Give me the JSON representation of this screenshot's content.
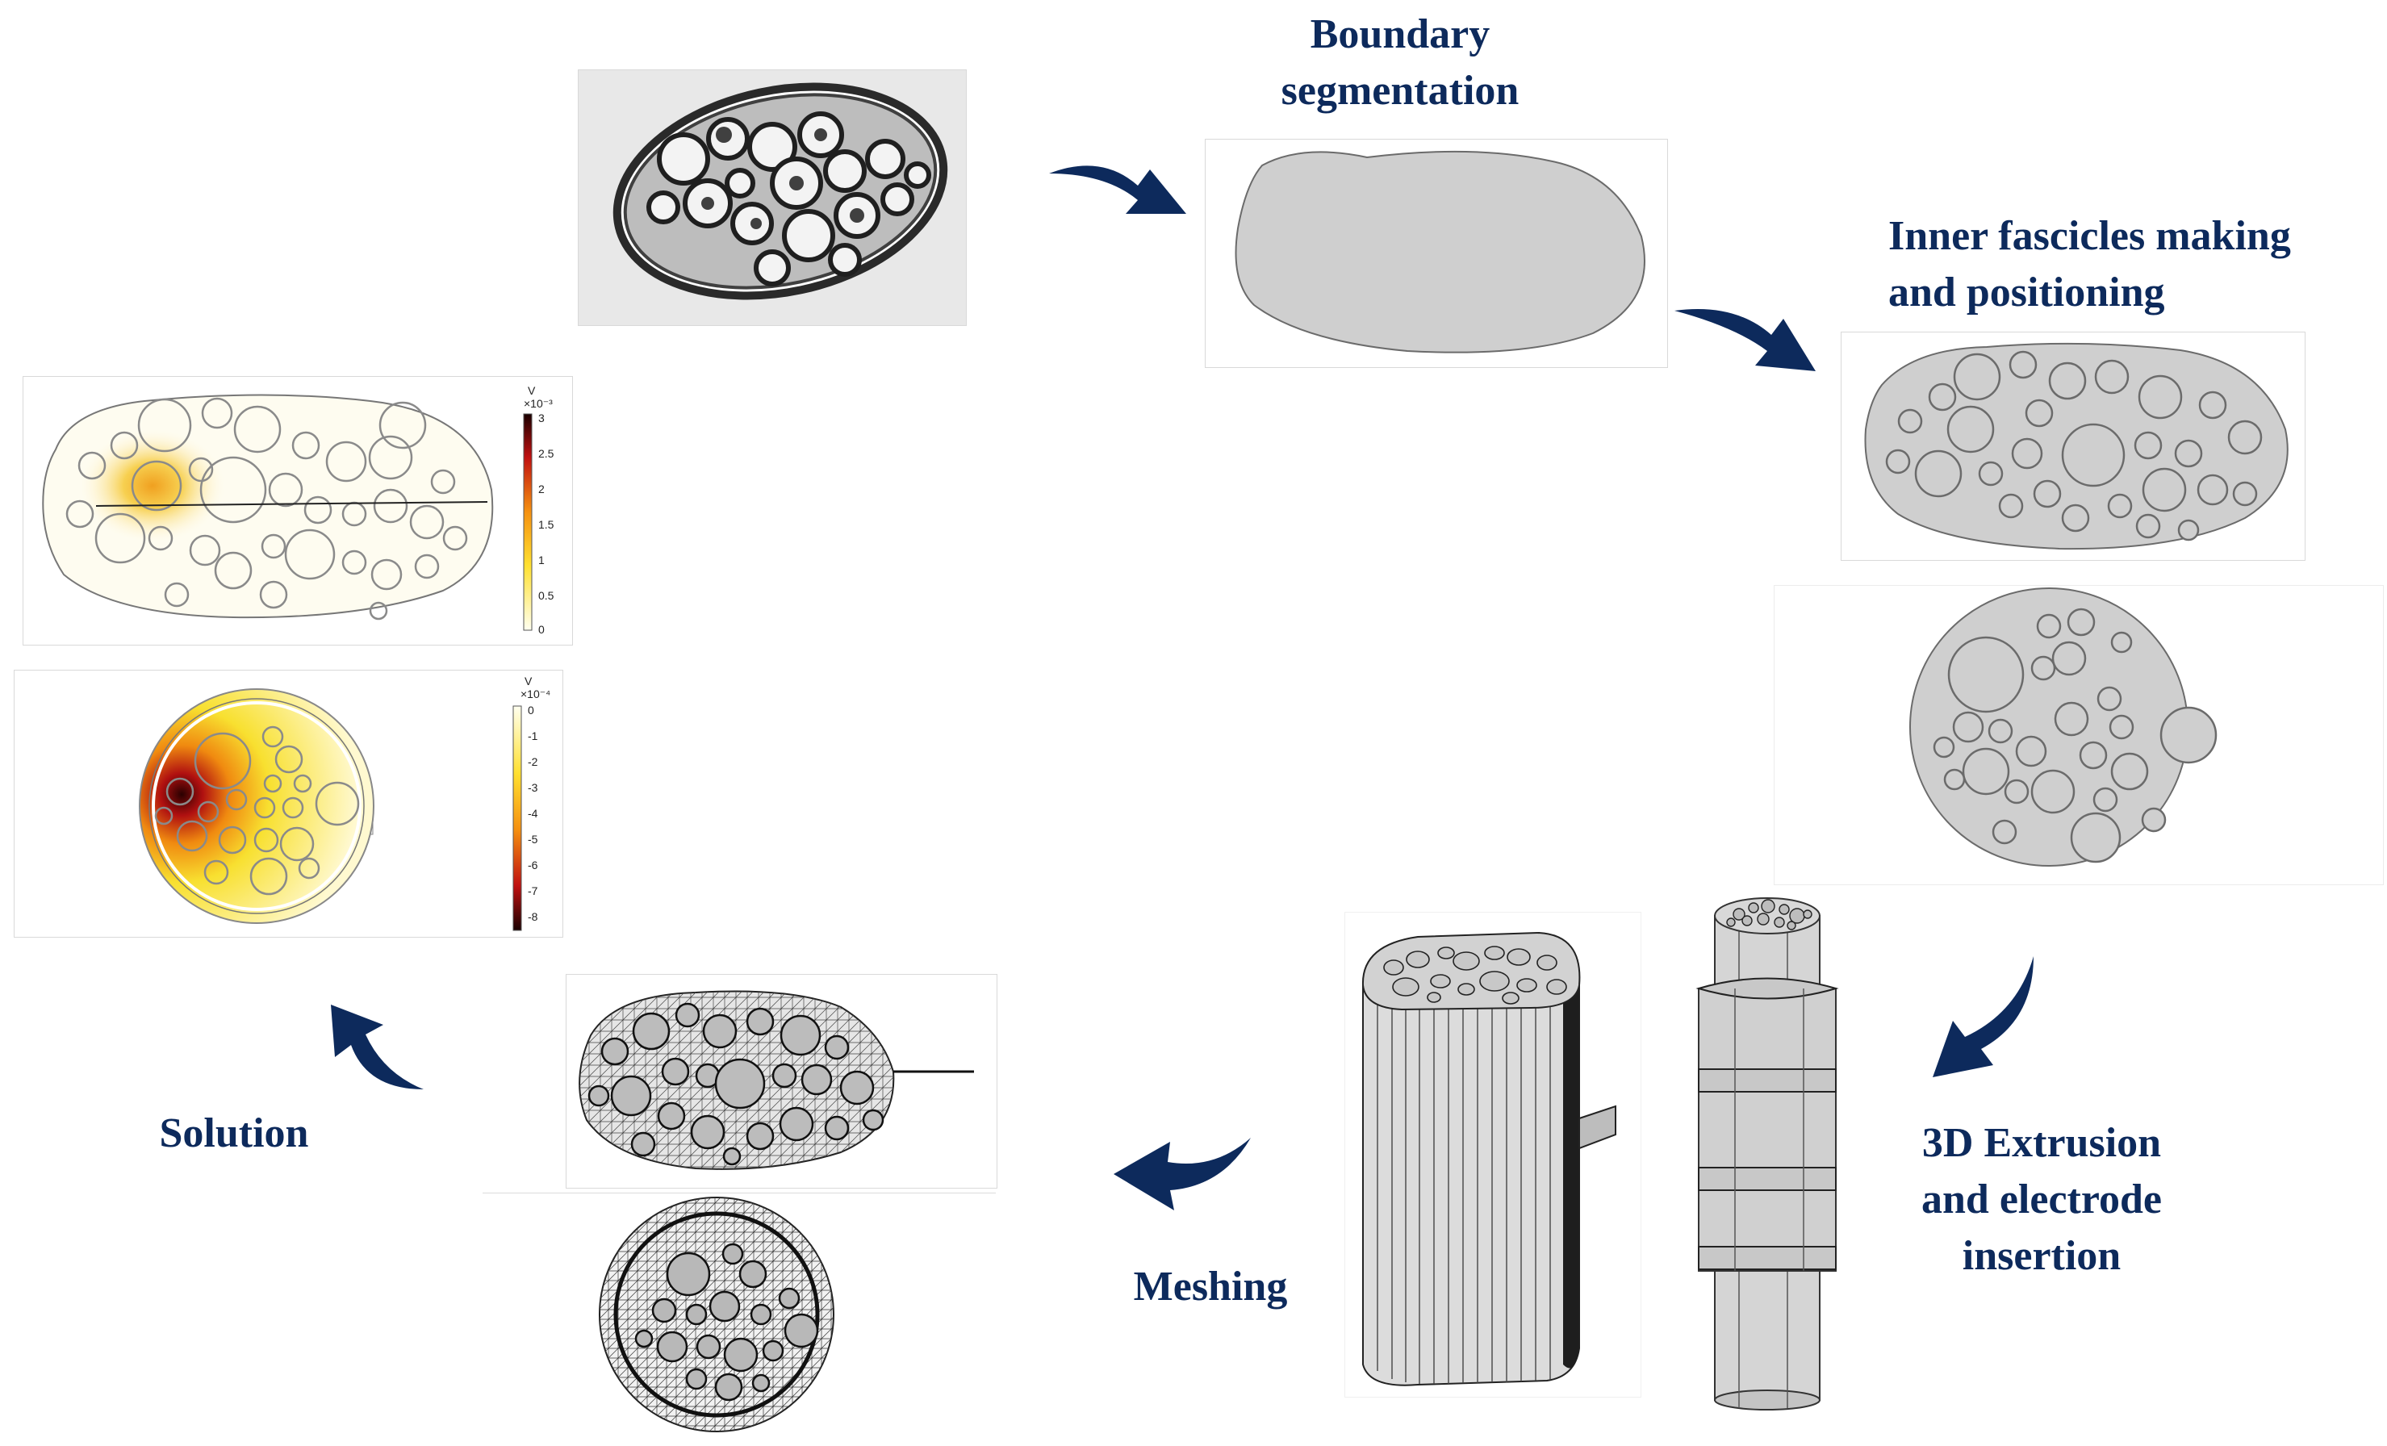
{
  "steps": {
    "boundary": [
      "Boundary",
      "segmentation"
    ],
    "fascicles": [
      "Inner fascicles making",
      "and positioning"
    ],
    "extrusion": [
      "3D Extrusion",
      "and electrode",
      "insertion"
    ],
    "meshing": [
      "Meshing"
    ],
    "solution": [
      "Solution"
    ]
  },
  "colorbars": {
    "top": {
      "unit": "V",
      "exponent": "×10⁻³",
      "ticks": [
        "3",
        "2.5",
        "2",
        "1.5",
        "1",
        "0.5",
        "0"
      ]
    },
    "bottom": {
      "unit": "V",
      "exponent": "×10⁻⁴",
      "ticks": [
        "0",
        "-1",
        "-2",
        "-3",
        "-4",
        "-5",
        "-6",
        "-7",
        "-8"
      ]
    }
  },
  "colors": {
    "label": "#0d2a5c",
    "arrow": "#0d2a5c",
    "tissue": "#cfcfcf",
    "outline": "#6b6b6b"
  }
}
